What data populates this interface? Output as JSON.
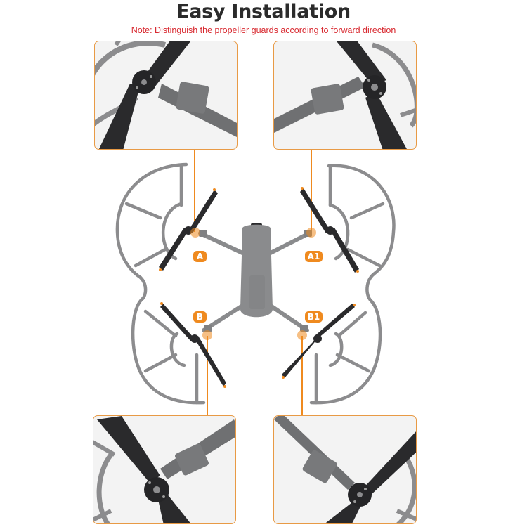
{
  "header": {
    "title": "Easy Installation",
    "note": "Note: Distinguish the propeller guards according to forward direction"
  },
  "labels": {
    "front_left": "A",
    "front_right": "A1",
    "rear_left": "B",
    "rear_right": "B1"
  },
  "colors": {
    "accent_orange": "#ef8a1f",
    "panel_border": "#e89a45",
    "note_red": "#d8282f",
    "title_dark": "#2b2b2b",
    "guard_gray": "#8c8c8e",
    "body_gray": "#8a8b8d",
    "propeller_black": "#2a2a2c"
  },
  "panels": [
    {
      "id": "panel-a",
      "label": "A",
      "position": "top-left"
    },
    {
      "id": "panel-a1",
      "label": "A1",
      "position": "top-right"
    },
    {
      "id": "panel-b",
      "label": "B",
      "position": "bottom-left"
    },
    {
      "id": "panel-b1",
      "label": "B1",
      "position": "bottom-right"
    }
  ]
}
